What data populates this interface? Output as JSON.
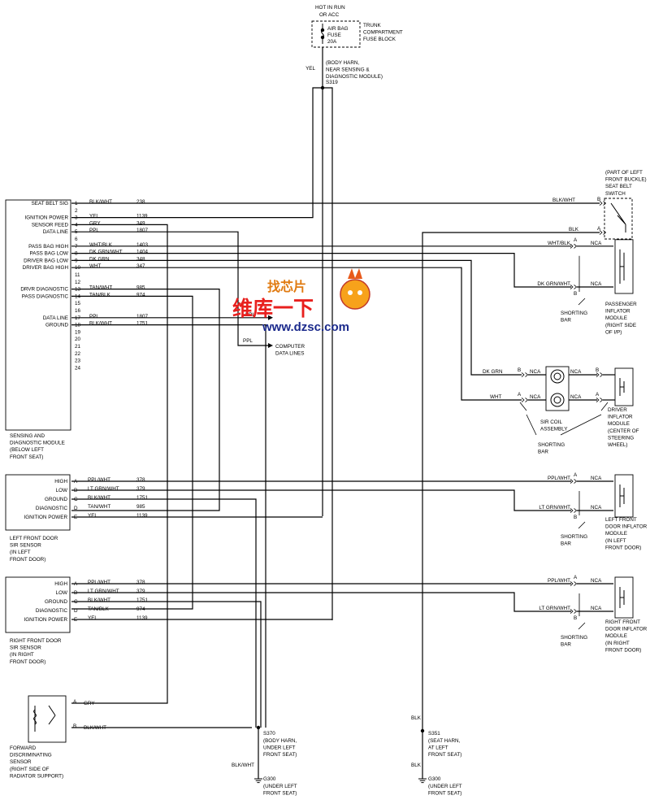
{
  "power": {
    "hot_in_run": "HOT IN RUN",
    "or_acc": "OR ACC",
    "fuse_name": "AIR BAG",
    "fuse_label": "FUSE",
    "fuse_amp": "20A",
    "fuse_block": [
      "TRUNK",
      "COMPARTMENT",
      "FUSE BLOCK"
    ],
    "feed_wire": "YEL",
    "harness_note": [
      "(BODY HARN,",
      "NEAR SENSING &",
      "DIAGNOSTIC MODULE)"
    ],
    "splice": "S319"
  },
  "sdm": {
    "pins": [
      {
        "n": "1",
        "label": "SEAT BELT SIG",
        "wire": "BLK/WHT",
        "circuit": "238"
      },
      {
        "n": "2",
        "label": "",
        "wire": "",
        "circuit": ""
      },
      {
        "n": "3",
        "label": "IGNITION POWER",
        "wire": "YEL",
        "circuit": "1139"
      },
      {
        "n": "4",
        "label": "SENSOR FEED",
        "wire": "GRY",
        "circuit": "349"
      },
      {
        "n": "5",
        "label": "DATA LINE",
        "wire": "PPL",
        "circuit": "1807"
      },
      {
        "n": "6",
        "label": "",
        "wire": "",
        "circuit": ""
      },
      {
        "n": "7",
        "label": "PASS BAG HIGH",
        "wire": "WHT/BLK",
        "circuit": "1403"
      },
      {
        "n": "8",
        "label": "PASS BAG LOW",
        "wire": "DK GRN/WHT",
        "circuit": "1404"
      },
      {
        "n": "9",
        "label": "DRIVER BAG LOW",
        "wire": "DK GRN",
        "circuit": "348"
      },
      {
        "n": "10",
        "label": "DRIVER BAG HIGH",
        "wire": "WHT",
        "circuit": "347"
      },
      {
        "n": "11",
        "label": "",
        "wire": "",
        "circuit": ""
      },
      {
        "n": "12",
        "label": "",
        "wire": "",
        "circuit": ""
      },
      {
        "n": "13",
        "label": "DRVR DIAGNOSTIC",
        "wire": "TAN/WHT",
        "circuit": "985"
      },
      {
        "n": "14",
        "label": "PASS DIAGNOSTIC",
        "wire": "TAN/BLK",
        "circuit": "974"
      },
      {
        "n": "15",
        "label": "",
        "wire": "",
        "circuit": ""
      },
      {
        "n": "16",
        "label": "",
        "wire": "",
        "circuit": ""
      },
      {
        "n": "17",
        "label": "DATA LINE",
        "wire": "PPL",
        "circuit": "1807"
      },
      {
        "n": "18",
        "label": "GROUND",
        "wire": "BLK/WHT",
        "circuit": "1751"
      },
      {
        "n": "19",
        "label": "",
        "wire": "",
        "circuit": ""
      },
      {
        "n": "20",
        "label": "",
        "wire": "",
        "circuit": ""
      },
      {
        "n": "21",
        "label": "",
        "wire": "",
        "circuit": ""
      },
      {
        "n": "22",
        "label": "",
        "wire": "",
        "circuit": ""
      },
      {
        "n": "23",
        "label": "",
        "wire": "",
        "circuit": ""
      },
      {
        "n": "24",
        "label": "",
        "wire": "",
        "circuit": ""
      }
    ],
    "caption": [
      "SENSING AND",
      "DIAGNOSTIC MODULE",
      "(BELOW LEFT",
      "FRONT SEAT)"
    ]
  },
  "computer": {
    "wire1": "PPL",
    "wire2": "PPL",
    "label": [
      "COMPUTER",
      "DATA LINES"
    ]
  },
  "left_sensor": {
    "pins": [
      {
        "n": "A",
        "label": "HIGH",
        "wire": "PPL/WHT",
        "circuit": "378"
      },
      {
        "n": "B",
        "label": "LOW",
        "wire": "LT GRN/WHT",
        "circuit": "379"
      },
      {
        "n": "C",
        "label": "GROUND",
        "wire": "BLK/WHT",
        "circuit": "1751"
      },
      {
        "n": "D",
        "label": "DIAGNOSTIC",
        "wire": "TAN/WHT",
        "circuit": "985"
      },
      {
        "n": "E",
        "label": "IGNITION POWER",
        "wire": "YEL",
        "circuit": "1139"
      }
    ],
    "caption": [
      "LEFT FRONT DOOR",
      "SIR SENSOR",
      "(IN LEFT",
      "FRONT DOOR)"
    ]
  },
  "right_sensor": {
    "pins": [
      {
        "n": "A",
        "label": "HIGH",
        "wire": "PPL/WHT",
        "circuit": "378"
      },
      {
        "n": "B",
        "label": "LOW",
        "wire": "LT GRN/WHT",
        "circuit": "379"
      },
      {
        "n": "C",
        "label": "GROUND",
        "wire": "BLK/WHT",
        "circuit": "1751"
      },
      {
        "n": "D",
        "label": "DIAGNOSTIC",
        "wire": "TAN/BLK",
        "circuit": "974"
      },
      {
        "n": "E",
        "label": "IGNITION POWER",
        "wire": "YEL",
        "circuit": "1139"
      }
    ],
    "caption": [
      "RIGHT FRONT DOOR",
      "SIR SENSOR",
      "(IN RIGHT",
      "FRONT DOOR)"
    ]
  },
  "fds": {
    "pins": [
      {
        "n": "A",
        "wire": "GRY"
      },
      {
        "n": "B",
        "wire": "BLK/WHT"
      }
    ],
    "caption": [
      "FORWARD",
      "DISCRIMINATING",
      "SENSOR",
      "(RIGHT SIDE OF",
      "RADIATOR SUPPORT)"
    ]
  },
  "seat_belt": {
    "caption": [
      "(PART OF LEFT",
      "FRONT BUCKLE)",
      "SEAT BELT",
      "SWITCH"
    ],
    "pins": [
      {
        "n": "B",
        "wire": "BLK/WHT"
      },
      {
        "n": "A",
        "wire": "BLK"
      }
    ]
  },
  "pass_inflator": {
    "wire_a": "WHT/BLK",
    "wire_b": "DK GRN/WHT",
    "pin_a": "A",
    "pin_b": "B",
    "nca": "NCA",
    "shorting": [
      "SHORTING",
      "BAR"
    ],
    "caption": [
      "PASSENGER",
      "INFLATOR",
      "MODULE",
      "(RIGHT SIDE",
      "OF I/P)"
    ]
  },
  "driver_inflator": {
    "wire_b": "DK GRN",
    "wire_a": "WHT",
    "pin_b": "B",
    "pin_a": "A",
    "nca": "NCA",
    "coil": [
      "SIR COIL",
      "ASSEMBLY"
    ],
    "shorting": [
      "SHORTING",
      "BAR"
    ],
    "caption": [
      "DRIVER",
      "INFLATOR",
      "MODULE",
      "(CENTER OF",
      "STEERING",
      "WHEEL)"
    ]
  },
  "left_door_inflator": {
    "wire_a": "PPL/WHT",
    "wire_b": "LT GRN/WHT",
    "pin_a": "A",
    "pin_b": "B",
    "nca": "NCA",
    "shorting": [
      "SHORTING",
      "BAR"
    ],
    "caption": [
      "LEFT FRONT",
      "DOOR INFLATOR",
      "MODULE",
      "(IN LEFT",
      "FRONT DOOR)"
    ]
  },
  "right_door_inflator": {
    "wire_a": "PPL/WHT",
    "wire_b": "LT GRN/WHT",
    "pin_a": "A",
    "pin_b": "B",
    "nca": "NCA",
    "shorting": [
      "SHORTING",
      "BAR"
    ],
    "caption": [
      "RIGHT FRONT",
      "DOOR INFLATOR",
      "MODULE",
      "(IN RIGHT",
      "FRONT DOOR)"
    ]
  },
  "ground_s370": {
    "splice": "S370",
    "note": [
      "(BODY HARN,",
      "UNDER LEFT",
      "FRONT SEAT)"
    ],
    "wire": "BLK/WHT",
    "ground": "G300",
    "ground_note": [
      "(UNDER LEFT",
      "FRONT SEAT)"
    ]
  },
  "ground_s351": {
    "wire_top": "BLK",
    "splice": "S351",
    "note": [
      "(SEAT HARN,",
      "AT LEFT",
      "FRONT SEAT)"
    ],
    "wire": "BLK",
    "ground": "G300",
    "ground_note": [
      "(UNDER LEFT",
      "FRONT SEAT)"
    ]
  },
  "watermark": {
    "line1": "找芯片",
    "line2": "维库一下",
    "url": "www.dzsc.com"
  }
}
